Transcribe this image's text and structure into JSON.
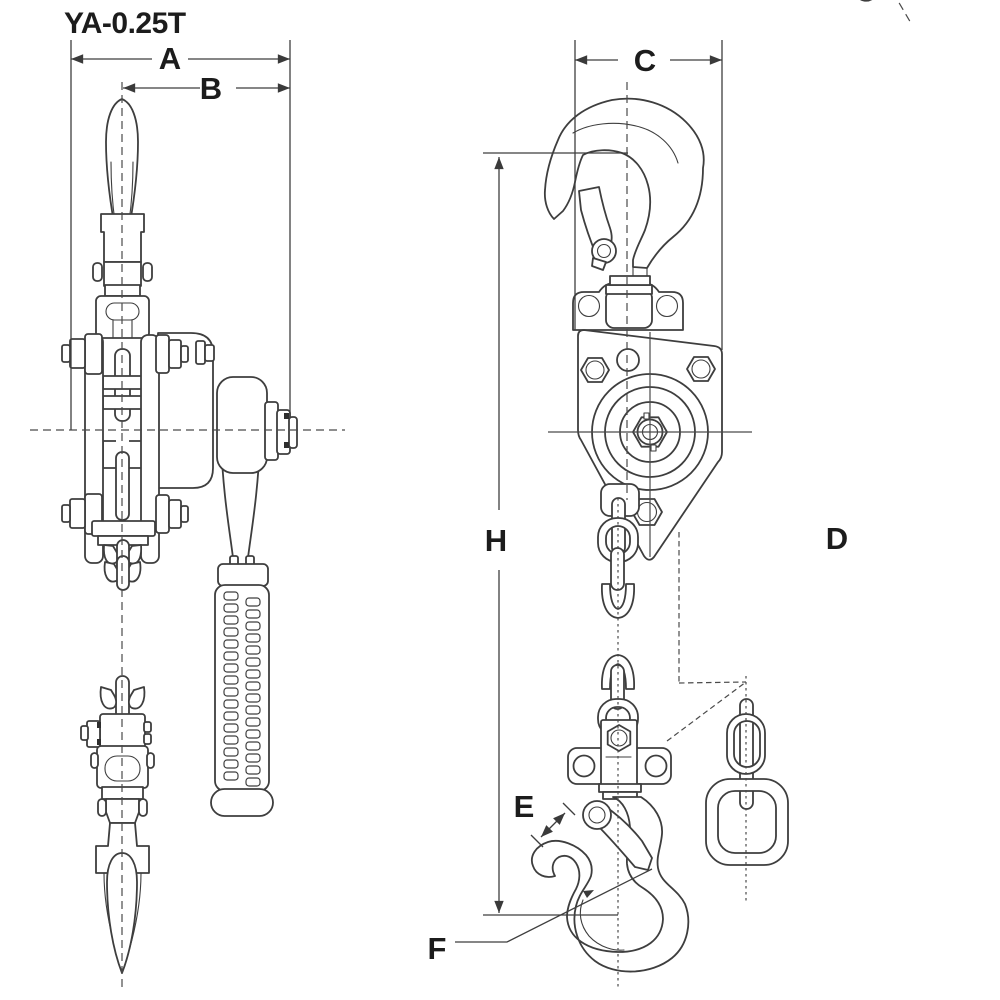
{
  "drawing": {
    "title": "YA-0.25T"
  },
  "dimensions": {
    "a": "A",
    "b": "B",
    "c": "C",
    "d": "D",
    "e": "E",
    "f": "F",
    "h": "H"
  }
}
